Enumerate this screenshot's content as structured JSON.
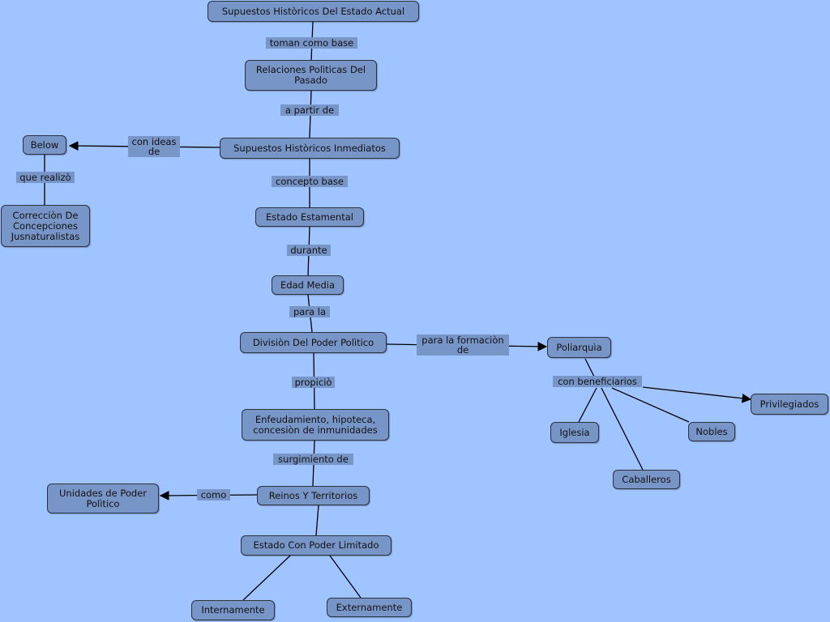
{
  "nodes": {
    "supuestos_actual": "Supuestos Històricos Del Estado Actual",
    "relaciones": "Relaciones Polìticas Del Pasado",
    "supuestos_inmediatos": "Supuestos Històricos Inmediatos",
    "below": "Below",
    "correccion": "Correcciòn De Concepciones Jusnaturalistas",
    "estado_estamental": "Estado Estamental",
    "edad_media": "Edad Media",
    "division": "Divisiòn Del Poder Polìtico",
    "poliarquia": "Poliarquìa",
    "privilegiados": "Privilegiados",
    "iglesia": "Iglesia",
    "nobles": "Nobles",
    "caballeros": "Caballeros",
    "enfeudamiento": "Enfeudamiento, hipoteca, concesiòn de inmunidades",
    "reinos": "Reinos Y Territorios",
    "unidades": "Unidades de Poder Polìtico",
    "estado_limitado": "Estado Con Poder Limitado",
    "internamente": "Internamente",
    "externamente": "Externamente"
  },
  "links": {
    "toman_como_base": "toman como base",
    "a_partir_de": "a partir de",
    "con_ideas_de": "con ideas de",
    "que_realizo": "que realizò",
    "concepto_base": "concepto base",
    "durante": "durante",
    "para_la": "para la",
    "para_la_formacion_de": "para la formaciòn de",
    "con_beneficiarios": "con beneficiarios",
    "propicio": "propiciò",
    "surgimiento_de": "surgimiento de",
    "como": "como"
  }
}
